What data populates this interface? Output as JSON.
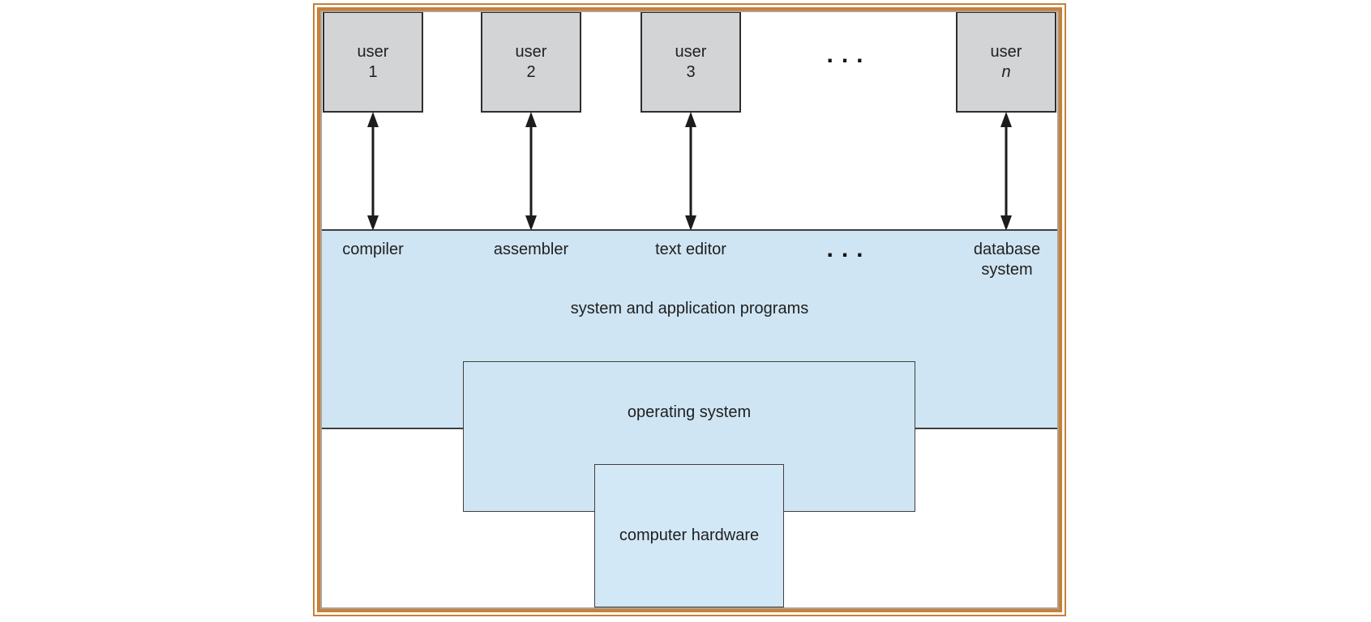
{
  "diagram": {
    "users": [
      {
        "line1": "user",
        "line2": "1"
      },
      {
        "line1": "user",
        "line2": "2"
      },
      {
        "line1": "user",
        "line2": "3"
      },
      {
        "line1": "user",
        "line2": "n"
      }
    ],
    "ellipsis_top": "...",
    "band": {
      "labels": {
        "compiler": "compiler",
        "assembler": "assembler",
        "text_editor": "text editor",
        "ellipsis": "...",
        "database_system": "database system"
      },
      "caption": "system and application programs"
    },
    "os_label": "operating system",
    "hw_label": "computer hardware"
  },
  "colors": {
    "frame_orange": "#c7803a",
    "box_gray": "#d3d4d5",
    "band_blue": "#cfe5f3",
    "hardware_blue": "#d3e8f6",
    "line_dark": "#2e2e2e"
  }
}
